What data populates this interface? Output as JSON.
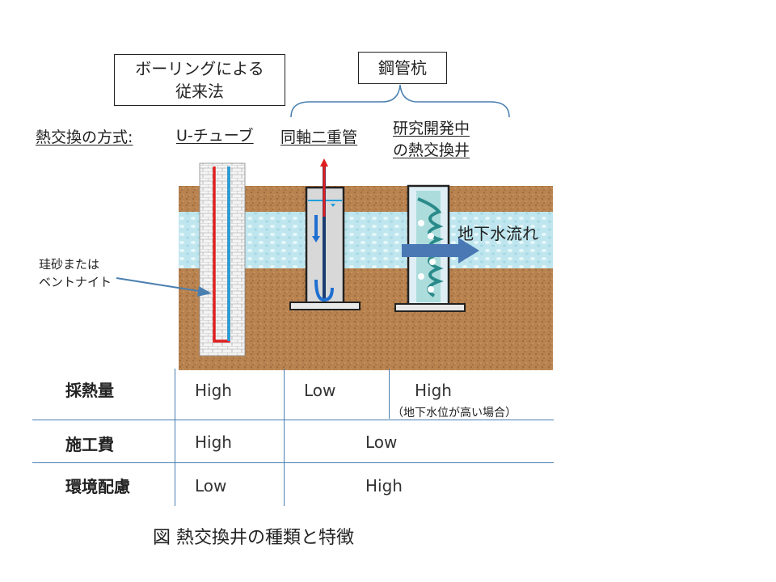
{
  "labels": {
    "boring_box": "ボーリングによる\n従来法",
    "steel_pile_box": "鋼管杭",
    "method_label": "熱交換の方式:",
    "method_utube": "U-チューブ",
    "method_coaxial": "同軸二重管",
    "method_research": "研究開発中\nの熱交換井",
    "sand_note": "珪砂または\nベントナイト",
    "groundwater_flow": "地下水流れ",
    "caption": "図 熱交換井の種類と特徴"
  },
  "table": {
    "rows": [
      {
        "label": "採熱量",
        "values": [
          "High",
          "Low",
          "High"
        ],
        "note": "（地下水位が高い場合）"
      },
      {
        "label": "施工費",
        "values": [
          "High",
          "Low"
        ]
      },
      {
        "label": "環境配慮",
        "values": [
          "Low",
          "High"
        ]
      }
    ]
  },
  "colors": {
    "soil": "#b98350",
    "groundwater": "#bfe6ee",
    "hot_pipe": "#e02020",
    "cold_pipe": "#1fa0dc",
    "flow_arrow": "#4a78b4",
    "line": "#4a7fb0"
  }
}
